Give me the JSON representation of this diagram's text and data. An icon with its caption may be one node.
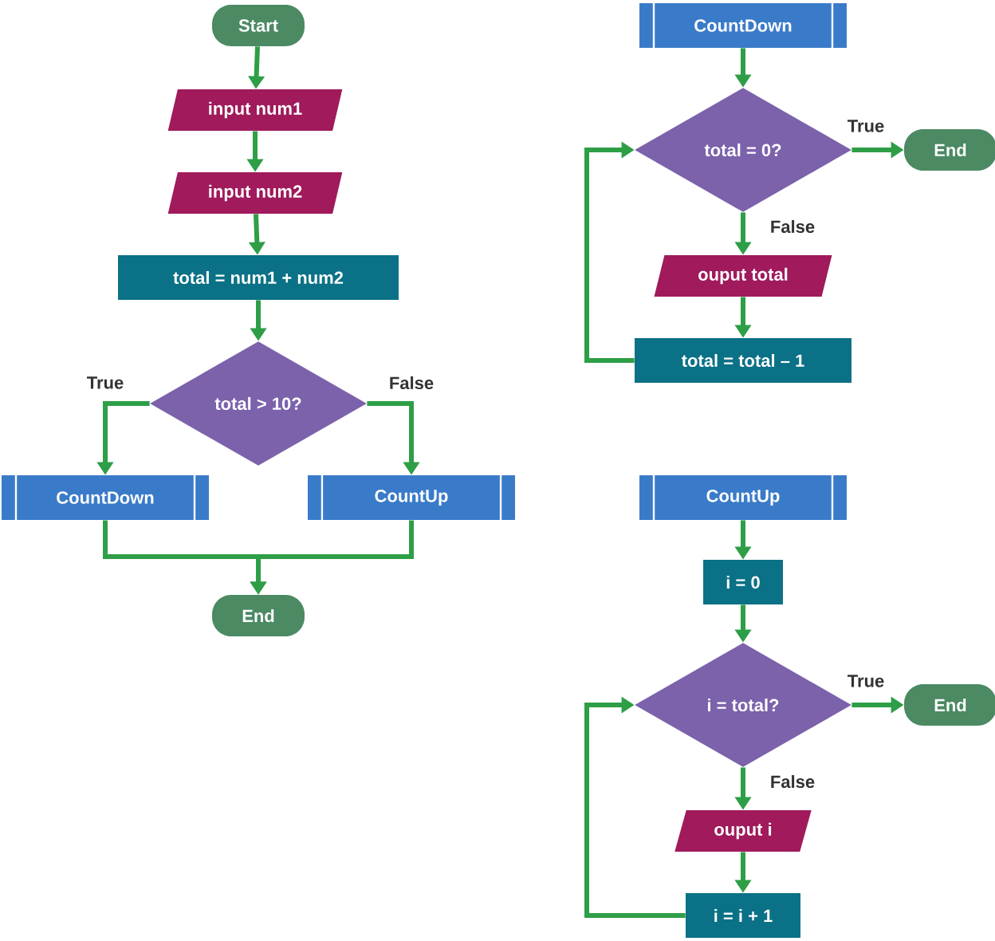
{
  "diagram": {
    "nodes": [
      {
        "text": [
          "Start"
        ]
      },
      {
        "text": [
          "input num1"
        ]
      },
      {
        "text": [
          "input num2"
        ]
      },
      {
        "text": [
          "total = num1 + num2"
        ]
      },
      {
        "text": [
          "total > 10?"
        ]
      },
      {
        "text": [
          "CountDown"
        ]
      },
      {
        "text": [
          "CountUp"
        ]
      },
      {
        "text": [
          "End"
        ]
      },
      {
        "text": [
          "CountDown"
        ]
      },
      {
        "text": [
          "total = 0?"
        ]
      },
      {
        "text": [
          "End"
        ]
      },
      {
        "text": [
          "ouput total"
        ]
      },
      {
        "text": [
          "total = total – 1"
        ]
      },
      {
        "text": [
          "CountUp"
        ]
      },
      {
        "text": [
          "i = 0"
        ]
      },
      {
        "text": [
          "i = total?"
        ]
      },
      {
        "text": [
          "End"
        ]
      },
      {
        "text": [
          "ouput i"
        ]
      },
      {
        "text": [
          "i = i + 1"
        ]
      }
    ],
    "edges": [
      {
        "from": 0,
        "to": 1,
        "arrow": "to"
      },
      {
        "from": 1,
        "to": 2,
        "arrow": "to"
      },
      {
        "from": 2,
        "to": 3,
        "arrow": "to"
      },
      {
        "from": 3,
        "to": 4,
        "arrow": "to"
      },
      {
        "from": 4,
        "to": 5,
        "arrow": "to",
        "label": "True"
      },
      {
        "from": 4,
        "to": 6,
        "arrow": "to",
        "label": "False"
      },
      {
        "from": 5,
        "to": 7,
        "arrow": "to"
      },
      {
        "from": 6,
        "to": 7,
        "arrow": "to"
      },
      {
        "from": 8,
        "to": 9,
        "arrow": "to"
      },
      {
        "from": 9,
        "to": 10,
        "arrow": "to",
        "label": "True"
      },
      {
        "from": 9,
        "to": 11,
        "arrow": "to",
        "label": "False"
      },
      {
        "from": 11,
        "to": 12,
        "arrow": "to"
      },
      {
        "from": 12,
        "to": 9,
        "arrow": "to"
      },
      {
        "from": 13,
        "to": 14,
        "arrow": "to"
      },
      {
        "from": 14,
        "to": 15,
        "arrow": "to"
      },
      {
        "from": 15,
        "to": 16,
        "arrow": "to",
        "label": "True"
      },
      {
        "from": 15,
        "to": 17,
        "arrow": "to",
        "label": "False"
      },
      {
        "from": 17,
        "to": 18,
        "arrow": "to"
      },
      {
        "from": 18,
        "to": 15,
        "arrow": "to"
      }
    ]
  }
}
